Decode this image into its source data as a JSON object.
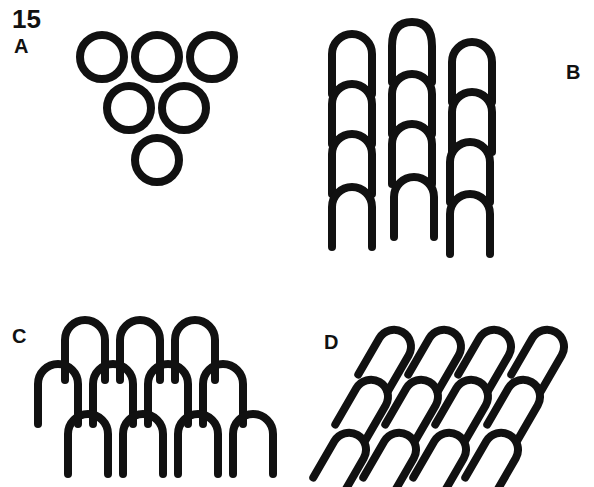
{
  "diagram": {
    "labels": [
      "15",
      "A",
      "B",
      "C",
      "D"
    ]
  }
}
